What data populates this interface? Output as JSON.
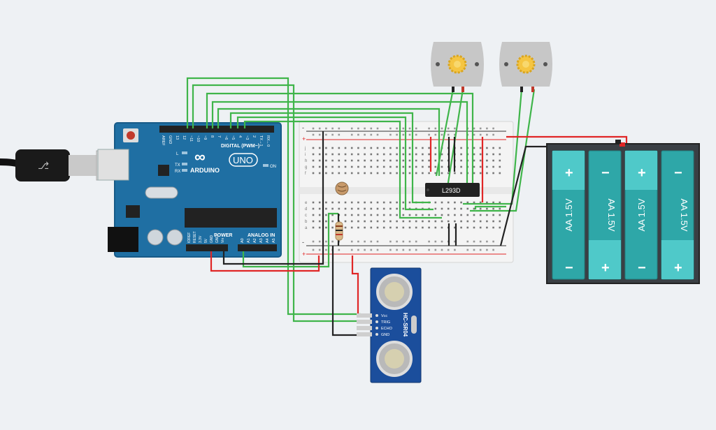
{
  "arduino": {
    "logo_text": "ARDUINO",
    "uno_badge": "UNO",
    "digital_label": "DIGITAL (PWM~)",
    "power_label": "POWER",
    "analog_label": "ANALOG IN",
    "on_label": "ON",
    "led_l": "L",
    "led_tx": "TX",
    "led_rx": "RX",
    "digital_pins": [
      "AREF",
      "GND",
      "13",
      "12",
      "~11",
      "~10",
      "~9",
      "8",
      "7",
      "~6",
      "~5",
      "4",
      "~3",
      "2",
      "TX→1",
      "RX←0"
    ],
    "power_pins": [
      "IOREF",
      "RESET",
      "3.3V",
      "5V",
      "GND",
      "GND",
      "Vin"
    ],
    "analog_pins": [
      "A0",
      "A1",
      "A2",
      "A3",
      "A4",
      "A5"
    ]
  },
  "breadboard": {
    "row_letters_top": [
      "j",
      "i",
      "h",
      "g",
      "f"
    ],
    "row_letters_bottom": [
      "e",
      "d",
      "c",
      "b",
      "a"
    ],
    "rail_minus": "-",
    "rail_plus": "+"
  },
  "driver_chip": {
    "label": "L293D"
  },
  "battery_pack": {
    "cells": [
      {
        "label": "AA 1.5V",
        "top_sign": "+",
        "bottom_sign": "−"
      },
      {
        "label": "AA 1.5V",
        "top_sign": "−",
        "bottom_sign": "+"
      },
      {
        "label": "AA 1.5V",
        "top_sign": "+",
        "bottom_sign": "−"
      },
      {
        "label": "AA 1.5V",
        "top_sign": "−",
        "bottom_sign": "+"
      }
    ]
  },
  "ultrasonic_sensor": {
    "model": "HC-SR04",
    "pins": [
      "Vcc",
      "TRIG",
      "ECHO",
      "GND"
    ]
  },
  "colors": {
    "board_blue": "#1f6fa3",
    "wire_green": "#3fb54a",
    "wire_red": "#e02626",
    "wire_black": "#222222",
    "battery_teal": "#2ea7a8"
  }
}
